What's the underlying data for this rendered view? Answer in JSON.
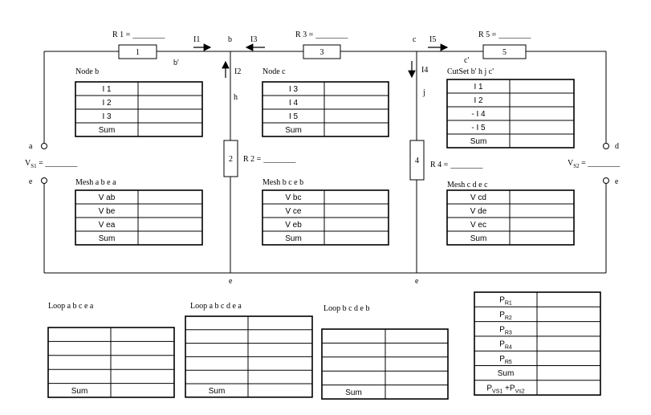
{
  "resistors": {
    "r1": {
      "name": "R 1 =",
      "blank": "________",
      "box": "1"
    },
    "r2": {
      "name": "R 2 =",
      "blank": "________",
      "box": "2"
    },
    "r3": {
      "name": "R 3 =",
      "blank": "________",
      "box": "3"
    },
    "r4": {
      "name": "R 4 =",
      "blank": "________",
      "box": "4"
    },
    "r5": {
      "name": "R 5 =",
      "blank": "________",
      "box": "5"
    }
  },
  "currents": {
    "i1": "I1",
    "i2": "I2",
    "i3": "I3",
    "i4": "I4",
    "i5": "I5"
  },
  "nodes": {
    "a": "a",
    "b": "b",
    "b_prime": "b'",
    "c": "c",
    "c_prime": "c'",
    "d": "d",
    "e_left": "e",
    "e_right": "e",
    "e_mid1": "e",
    "e_mid2": "e",
    "h": "h",
    "j": "j"
  },
  "sources": {
    "vs1": {
      "main": "V",
      "sub": "S1",
      "tail": " = ________"
    },
    "vs2": {
      "main": "V",
      "sub": "S2",
      "tail": " = ________"
    }
  },
  "tables": {
    "node_b": {
      "title": "Node b",
      "rows": [
        "I 1",
        "I 2",
        "I 3",
        "Sum"
      ]
    },
    "node_c": {
      "title": "Node c",
      "rows": [
        "I 3",
        "I 4",
        "I 5",
        "Sum"
      ]
    },
    "cutset": {
      "title": "CutSet   b' h j c'",
      "rows": [
        "I 1",
        "I 2",
        "- I 4",
        "- I 5",
        "Sum"
      ]
    },
    "mesh_abea": {
      "title": "Mesh a b e a",
      "rows": [
        "V ab",
        "V be",
        "V ea",
        "Sum"
      ]
    },
    "mesh_bceb": {
      "title": "Mesh b c e b",
      "rows": [
        "V bc",
        "V ce",
        "V eb",
        "Sum"
      ]
    },
    "mesh_cdec": {
      "title": "Mesh c d e c",
      "rows": [
        "V cd",
        "V de",
        "V ec",
        "Sum"
      ]
    },
    "loop_abcea": {
      "title": "Loop a b c e a",
      "rows": [
        "",
        "",
        "",
        "",
        "Sum"
      ]
    },
    "loop_abcdea": {
      "title": "Loop a b c d e a",
      "rows": [
        "",
        "",
        "",
        "",
        "",
        "Sum"
      ]
    },
    "loop_bcdeb": {
      "title": "Loop b c d e b",
      "rows": [
        "",
        "",
        "",
        "",
        "Sum"
      ]
    },
    "power": {
      "rows": [
        {
          "main": "P",
          "sub": "R1"
        },
        {
          "main": "P",
          "sub": "R2"
        },
        {
          "main": "P",
          "sub": "R3"
        },
        {
          "main": "P",
          "sub": "R4"
        },
        {
          "main": "P",
          "sub": "R5"
        },
        {
          "main": "Sum",
          "sub": ""
        },
        {
          "main": "P",
          "sub": "VS1",
          "main2": " +P",
          "sub2": "Vs2"
        }
      ]
    }
  }
}
